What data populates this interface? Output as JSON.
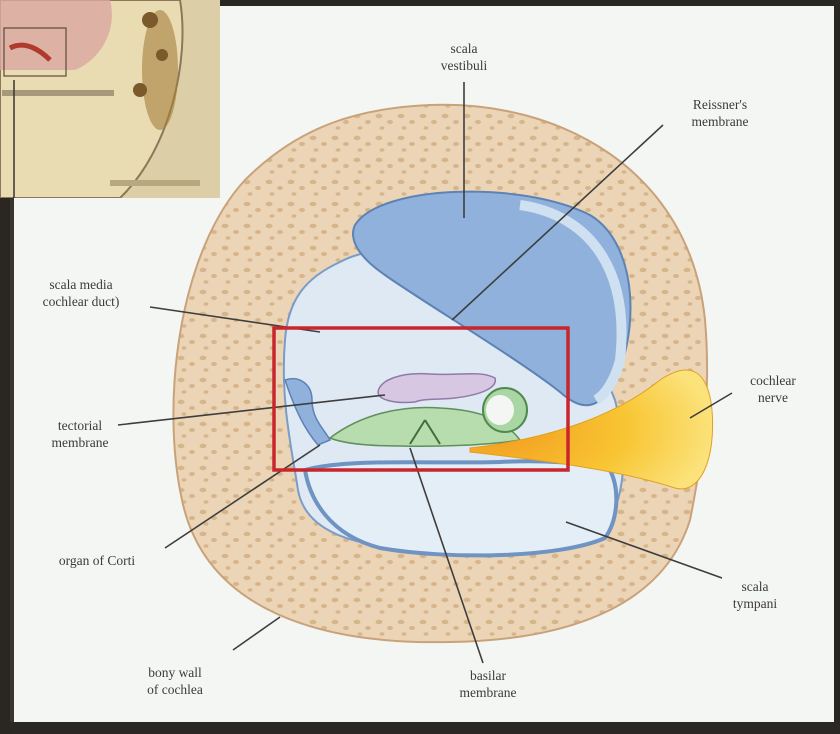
{
  "labels": {
    "scala_vestibuli": "scala\nvestibuli",
    "reissners_membrane": "Reissner's\nmembrane",
    "scala_media": "scala media\ncochlear duct)",
    "cochlear_nerve": "cochlear\nnerve",
    "tectorial_membrane": "tectorial\nmembrane",
    "organ_of_corti": "organ of Corti",
    "scala_tympani": "scala\ntympani",
    "bony_wall": "bony wall\nof cochlea",
    "basilar_membrane": "basilar\nmembrane"
  },
  "colors": {
    "bone": "#ecd5b6",
    "bone_speckle": "#d9b98c",
    "duct_blue": "#8fb1dc",
    "fluid": "#dde9f4",
    "tectorial": "#d8c7e2",
    "corti_green": "#b7dcae",
    "nerve_yellow": "#f6c12d",
    "highlight_red": "#c8262c"
  }
}
